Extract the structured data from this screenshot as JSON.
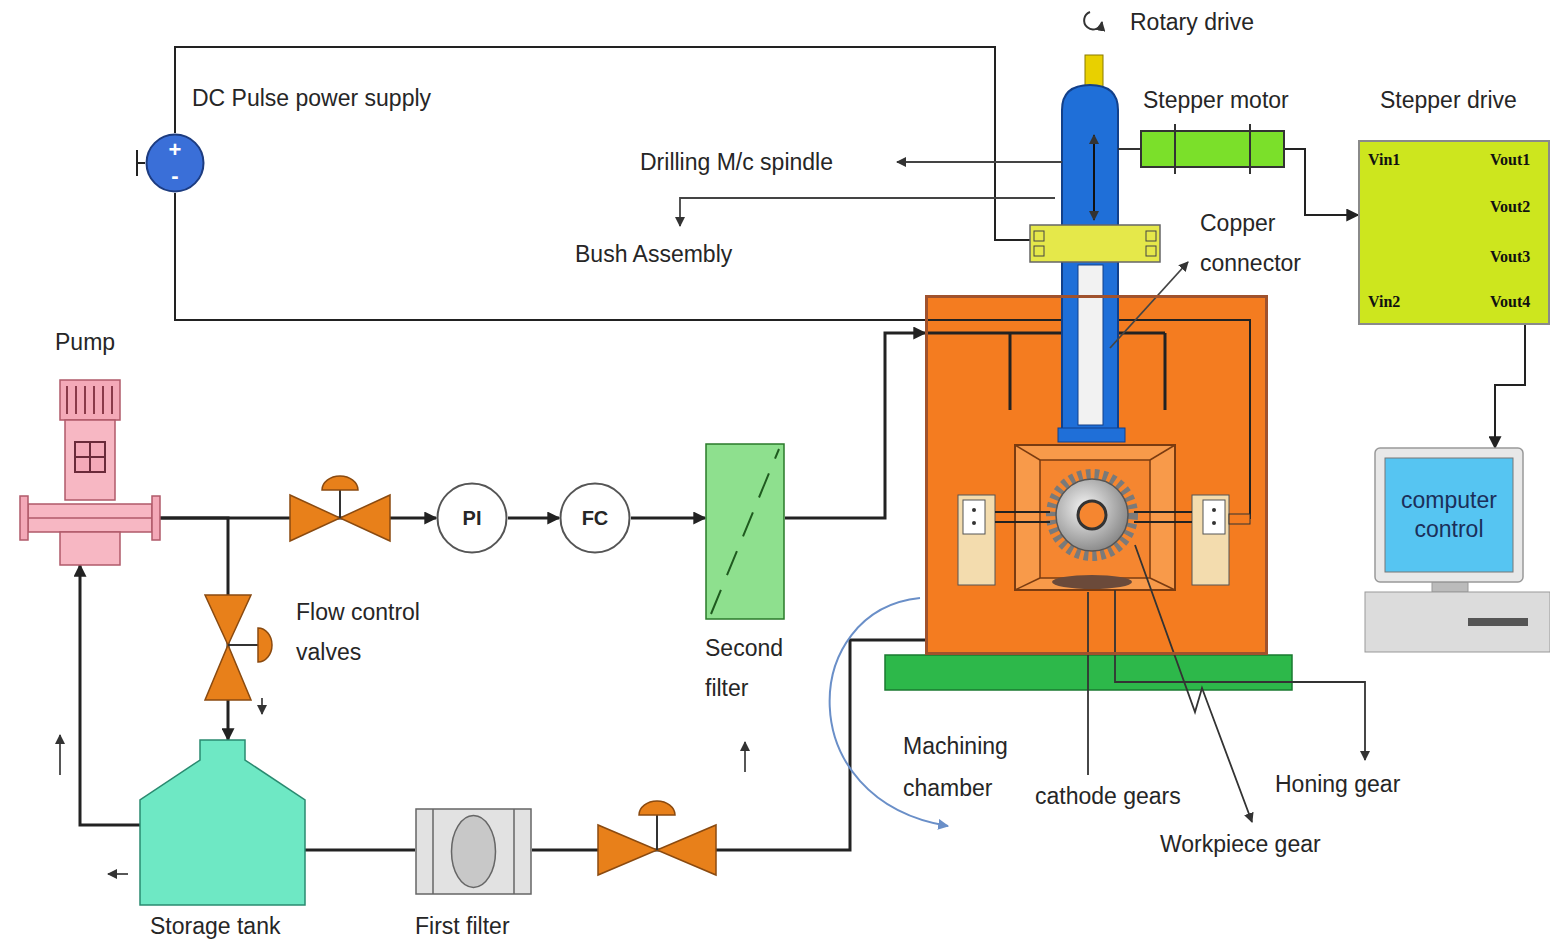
{
  "diagram": {
    "nodes": [
      {
        "text": [
          "DC Pulse power supply",
          "+",
          "-"
        ]
      },
      {
        "text": [
          "Stepper motor"
        ]
      },
      {
        "text": [
          "Stepper drive",
          "Vin1",
          "Vout1",
          "Vout2",
          "Vout3",
          "Vin2",
          "Vout4"
        ]
      },
      {
        "text": [
          "Pump"
        ]
      },
      {
        "text": [
          "PI"
        ]
      },
      {
        "text": [
          "FC"
        ]
      },
      {
        "text": [
          "Second filter"
        ]
      },
      {
        "text": [
          "Machining chamber"
        ]
      },
      {
        "text": [
          "computer control"
        ]
      },
      {
        "text": [
          "Storage tank"
        ]
      },
      {
        "text": [
          "First filter"
        ]
      }
    ],
    "edges": [
      {
        "from": 3,
        "to": 4,
        "arrow": "to"
      },
      {
        "from": 4,
        "to": 5,
        "arrow": "to"
      },
      {
        "from": 5,
        "to": 6,
        "arrow": "to"
      },
      {
        "from": 6,
        "to": 7,
        "arrow": "to"
      },
      {
        "from": 7,
        "to": 10,
        "arrow": "none"
      },
      {
        "from": 10,
        "to": 9,
        "arrow": "none"
      },
      {
        "from": 9,
        "to": 3,
        "arrow": "to"
      },
      {
        "from": 3,
        "to": 9,
        "arrow": "to"
      },
      {
        "from": 1,
        "to": 2,
        "arrow": "to"
      },
      {
        "from": 2,
        "to": 8,
        "arrow": "to"
      },
      {
        "from": 0,
        "to": 7,
        "arrow": "none"
      }
    ],
    "labels": [
      "Rotary drive",
      "Drilling M/c spindle",
      "Bush Assembly",
      "Copper connector",
      "Flow control valves",
      "cathode gears",
      "Honing gear",
      "Workpiece gear"
    ]
  }
}
